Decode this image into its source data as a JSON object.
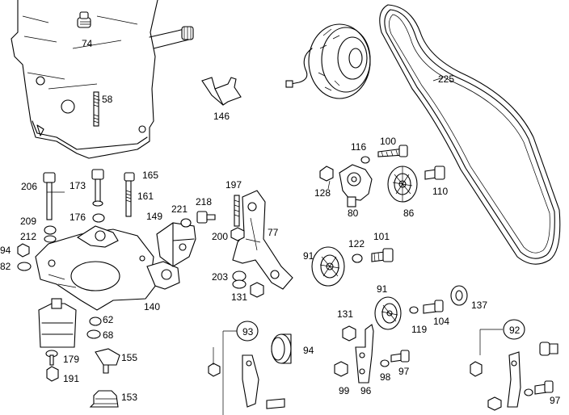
{
  "labels": [
    {
      "id": "74",
      "text": "74"
    },
    {
      "id": "58",
      "text": "58"
    },
    {
      "id": "146",
      "text": "146"
    },
    {
      "id": "225",
      "text": "225"
    },
    {
      "id": "116",
      "text": "116"
    },
    {
      "id": "100",
      "text": "100"
    },
    {
      "id": "128",
      "text": "128"
    },
    {
      "id": "80",
      "text": "80"
    },
    {
      "id": "86",
      "text": "86"
    },
    {
      "id": "110",
      "text": "110"
    },
    {
      "id": "206",
      "text": "206"
    },
    {
      "id": "173",
      "text": "173"
    },
    {
      "id": "165",
      "text": "165"
    },
    {
      "id": "161",
      "text": "161"
    },
    {
      "id": "197",
      "text": "197"
    },
    {
      "id": "209",
      "text": "209"
    },
    {
      "id": "176",
      "text": "176"
    },
    {
      "id": "212",
      "text": "212"
    },
    {
      "id": "149",
      "text": "149"
    },
    {
      "id": "221",
      "text": "221"
    },
    {
      "id": "218",
      "text": "218"
    },
    {
      "id": "200",
      "text": "200"
    },
    {
      "id": "77",
      "text": "77"
    },
    {
      "id": "94a",
      "text": "94"
    },
    {
      "id": "82",
      "text": "82"
    },
    {
      "id": "91a",
      "text": "91"
    },
    {
      "id": "122",
      "text": "122"
    },
    {
      "id": "101",
      "text": "101"
    },
    {
      "id": "203",
      "text": "203"
    },
    {
      "id": "131a",
      "text": "131"
    },
    {
      "id": "140",
      "text": "140"
    },
    {
      "id": "62",
      "text": "62"
    },
    {
      "id": "68",
      "text": "68"
    },
    {
      "id": "91b",
      "text": "91"
    },
    {
      "id": "137",
      "text": "137"
    },
    {
      "id": "131b",
      "text": "131"
    },
    {
      "id": "119",
      "text": "119"
    },
    {
      "id": "104",
      "text": "104"
    },
    {
      "id": "93",
      "text": "93"
    },
    {
      "id": "94b",
      "text": "94"
    },
    {
      "id": "92",
      "text": "92"
    },
    {
      "id": "179",
      "text": "179"
    },
    {
      "id": "155",
      "text": "155"
    },
    {
      "id": "191",
      "text": "191"
    },
    {
      "id": "98",
      "text": "98"
    },
    {
      "id": "97a",
      "text": "97"
    },
    {
      "id": "99",
      "text": "99"
    },
    {
      "id": "96",
      "text": "96"
    },
    {
      "id": "153",
      "text": "153"
    },
    {
      "id": "97b",
      "text": "97"
    }
  ]
}
